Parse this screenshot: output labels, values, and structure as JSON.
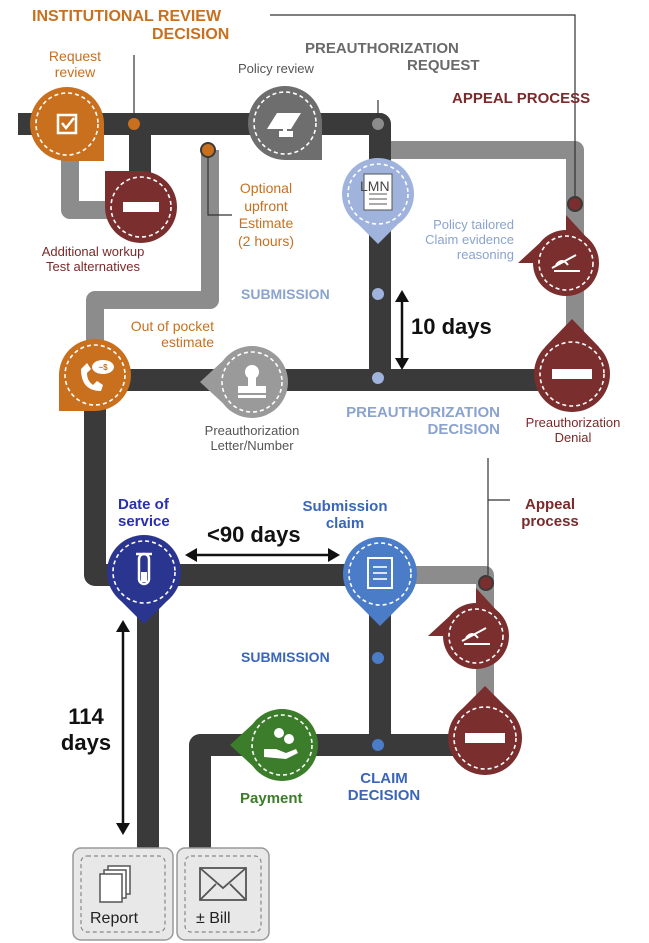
{
  "labels": {
    "institutional_review": "INSTITUTIONAL REVIEW",
    "institutional_review_2": "DECISION",
    "preauth_request": "PREAUTHORIZATION",
    "preauth_request_2": "REQUEST",
    "appeal_process_top": "APPEAL PROCESS",
    "request_review": "Request",
    "request_review_2": "review",
    "policy_review": "Policy review",
    "optional_estimate": [
      "Optional",
      "upfront",
      "Estimate",
      "(2 hours)"
    ],
    "additional_workup": "Additional workup",
    "test_alternatives": "Test alternatives",
    "policy_tailored": [
      "Policy tailored",
      "Claim evidence",
      "reasoning"
    ],
    "submission_top": "SUBMISSION",
    "ten_days": "10 days",
    "out_of_pocket": [
      "Out of pocket",
      "estimate"
    ],
    "preauth_letter": [
      "Preauthorization",
      "Letter/Number"
    ],
    "preauth_decision": "PREAUTHORIZATION",
    "preauth_decision_2": "DECISION",
    "preauth_denial": [
      "Preauthorization",
      "Denial"
    ],
    "date_of_service": [
      "Date of",
      "service"
    ],
    "submission_claim": [
      "Submission",
      "claim"
    ],
    "appeal_process_mid": [
      "Appeal",
      "process"
    ],
    "ninety_days": "<90 days",
    "submission_bottom": "SUBMISSION",
    "days_114": [
      "114",
      "days"
    ],
    "payment": "Payment",
    "claim_decision": [
      "CLAIM",
      "DECISION"
    ],
    "report": "Report",
    "bill": "± Bill",
    "lmn": "LMN"
  },
  "colors": {
    "road_dark": "#3a3a3a",
    "road_gray": "#8c8c8c",
    "orange": "#c8701e",
    "maroon": "#7a2e2e",
    "gray_pin": "#6e6e6e",
    "light_blue_pin": "#9fb3dc",
    "blue_pin": "#4a7cc7",
    "navy_pin": "#2a3590",
    "green_pin": "#3b7d2a",
    "light_gray_pin": "#9a9a9a"
  },
  "icons": [
    "checkbox-icon",
    "no-entry-icon",
    "gavel-icon",
    "document-icon",
    "phone-icon",
    "stamp-icon",
    "test-tube-icon",
    "signature-icon",
    "money-hand-icon",
    "envelope-icon",
    "report-stack-icon"
  ]
}
